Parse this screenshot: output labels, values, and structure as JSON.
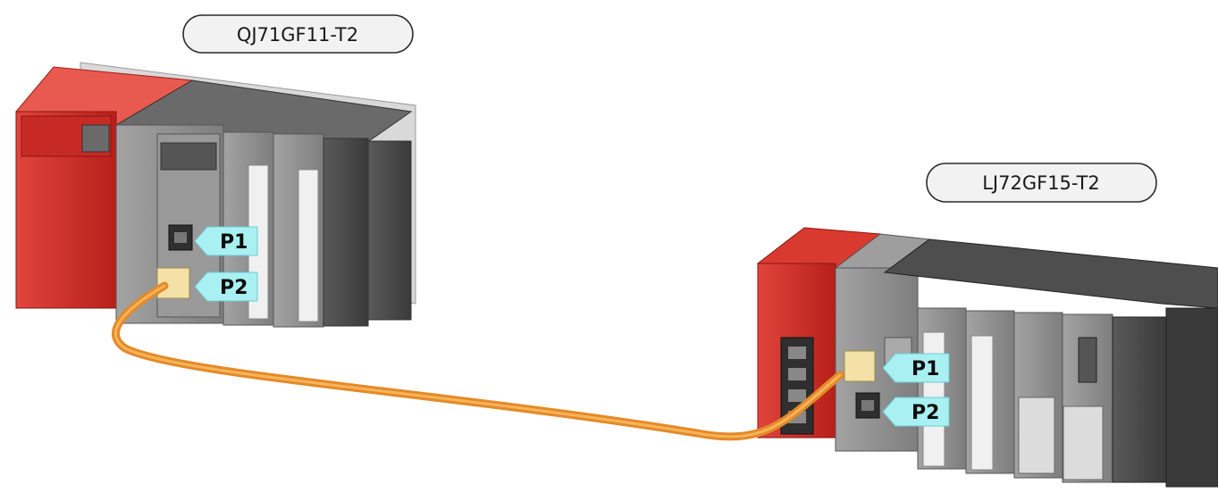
{
  "left_module": {
    "label": "QJ71GF11-T2",
    "ports": [
      "P1",
      "P2"
    ]
  },
  "right_module": {
    "label": "LJ72GF15-T2",
    "ports": [
      "P1",
      "P2"
    ]
  },
  "colors": {
    "cpu_red": "#d83028",
    "cable_orange": "#f0a040",
    "port_tag": "#a9f0f2",
    "module_gray": "#8f8f8f",
    "module_dark": "#4a4a4a",
    "label_pill": "#f2f2f2"
  }
}
